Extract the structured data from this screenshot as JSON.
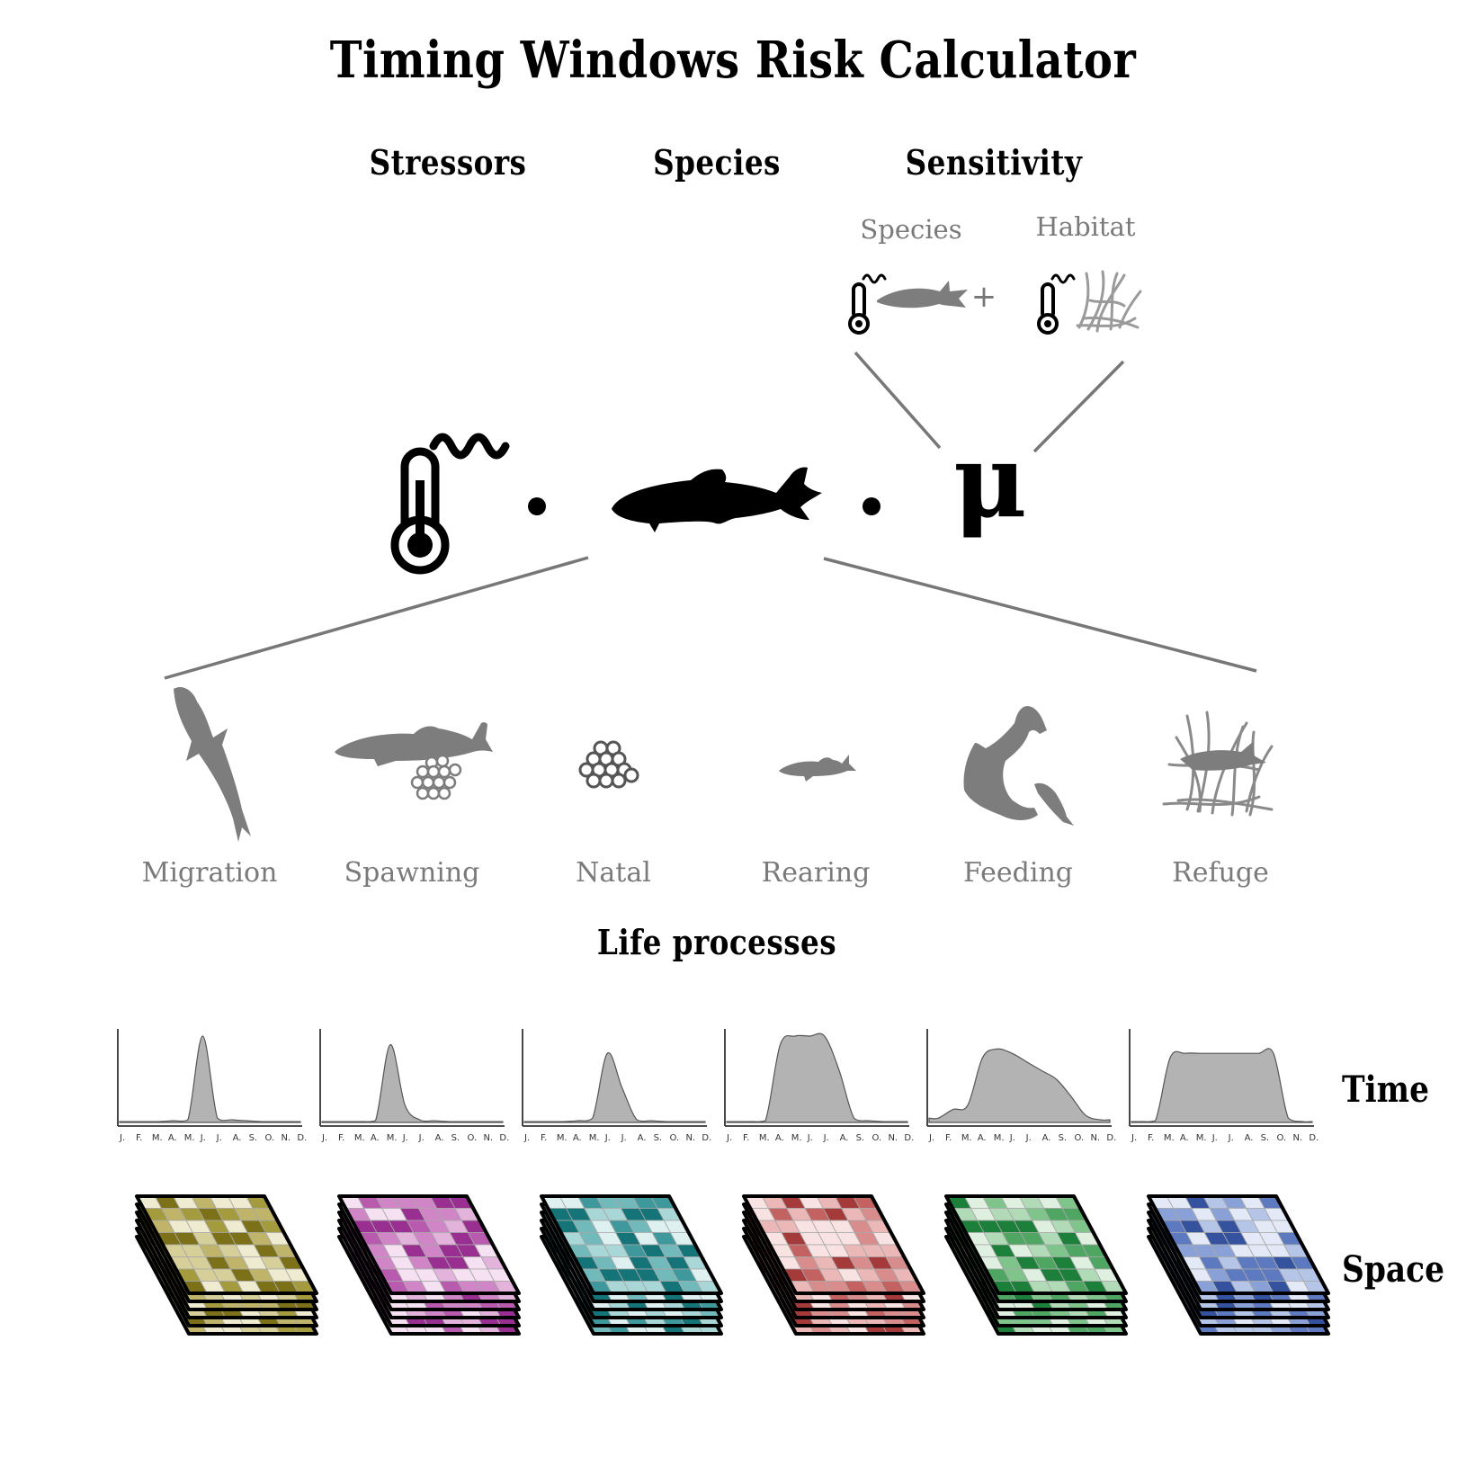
{
  "title": "Timing Windows Risk Calculator",
  "columns": {
    "stressors": "Stressors",
    "species": "Species",
    "sensitivity": "Sensitivity"
  },
  "sensitivity_parts": {
    "species": "Species",
    "habitat": "Habitat",
    "plus": "+"
  },
  "operator": "•",
  "mu_symbol": "μ",
  "life_processes": {
    "heading": "Life processes",
    "items": [
      {
        "label": "Migration",
        "icon": "migrating-fish-icon"
      },
      {
        "label": "Spawning",
        "icon": "spawning-fish-icon"
      },
      {
        "label": "Natal",
        "icon": "egg-cluster-icon"
      },
      {
        "label": "Rearing",
        "icon": "juvenile-fish-icon"
      },
      {
        "label": "Feeding",
        "icon": "bear-catching-fish-icon"
      },
      {
        "label": "Refuge",
        "icon": "fish-in-vegetation-icon"
      }
    ]
  },
  "axis_labels": {
    "time": "Time",
    "space": "Space"
  },
  "months": [
    "J.",
    "F.",
    "M.",
    "A.",
    "M.",
    "J.",
    "J.",
    "A.",
    "S.",
    "O.",
    "N.",
    "D."
  ],
  "space_colors": [
    {
      "name": "olive",
      "shades": [
        "#efebd0",
        "#d6cf9a",
        "#bfb46a",
        "#a49a3e",
        "#7c7119"
      ]
    },
    {
      "name": "magenta",
      "shades": [
        "#f5e1f1",
        "#e3b3dc",
        "#cf85c6",
        "#b85aad",
        "#992f90"
      ]
    },
    {
      "name": "teal",
      "shades": [
        "#dff0f0",
        "#a9d6d6",
        "#72b9bb",
        "#3f999c",
        "#157477"
      ]
    },
    {
      "name": "rose",
      "shades": [
        "#f8e2e2",
        "#ebb7b7",
        "#d98c8c",
        "#c46161",
        "#a53a3a"
      ]
    },
    {
      "name": "green",
      "shades": [
        "#dff0e1",
        "#b0dbb6",
        "#7ec48b",
        "#4ea662",
        "#1c7f3a"
      ]
    },
    {
      "name": "blue",
      "shades": [
        "#e3e9f6",
        "#b5c5e8",
        "#89a1d6",
        "#5d79c0",
        "#34529e"
      ]
    }
  ],
  "timing_curves": {
    "type": "area",
    "xlabel": "",
    "ylabel": "",
    "categories": [
      "J.",
      "F.",
      "M.",
      "A.",
      "M.",
      "J.",
      "J.",
      "A.",
      "S.",
      "O.",
      "N.",
      "D."
    ],
    "series": [
      {
        "values": [
          0.01,
          0.01,
          0.01,
          0.02,
          0.03,
          1.0,
          0.05,
          0.03,
          0.02,
          0.01,
          0.01,
          0.01
        ]
      },
      {
        "values": [
          0.01,
          0.01,
          0.01,
          0.02,
          0.9,
          0.2,
          0.03,
          0.02,
          0.01,
          0.01,
          0.01,
          0.01
        ]
      },
      {
        "values": [
          0.01,
          0.01,
          0.01,
          0.02,
          0.05,
          0.8,
          0.4,
          0.03,
          0.02,
          0.01,
          0.01,
          0.01
        ]
      },
      {
        "values": [
          0.01,
          0.01,
          0.02,
          0.9,
          1.0,
          1.0,
          1.0,
          0.6,
          0.05,
          0.02,
          0.01,
          0.01
        ]
      },
      {
        "values": [
          0.05,
          0.15,
          0.2,
          0.75,
          0.85,
          0.8,
          0.7,
          0.6,
          0.5,
          0.3,
          0.08,
          0.03
        ]
      },
      {
        "values": [
          0.01,
          0.02,
          0.75,
          0.8,
          0.8,
          0.8,
          0.8,
          0.8,
          0.8,
          0.8,
          0.05,
          0.01
        ]
      }
    ]
  }
}
